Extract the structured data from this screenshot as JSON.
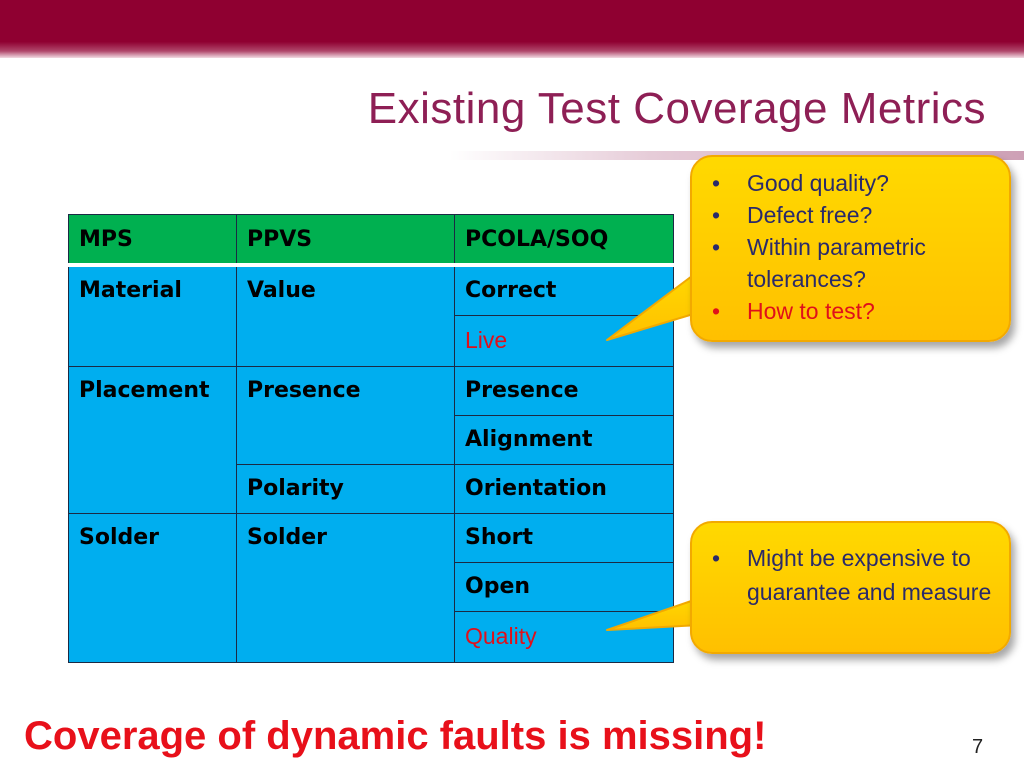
{
  "slide": {
    "title": "Existing Test Coverage Metrics",
    "footer": "Coverage of dynamic faults is missing!",
    "page_number": "7"
  },
  "table": {
    "headers": [
      "MPS",
      "PPVS",
      "PCOLA/SOQ"
    ],
    "groups": [
      {
        "mps": "Material",
        "ppvs": [
          {
            "label": "Value",
            "soq": [
              "Correct",
              "Live"
            ]
          }
        ]
      },
      {
        "mps": "Placement",
        "ppvs": [
          {
            "label": "Presence",
            "soq": [
              "Presence",
              "Alignment"
            ]
          },
          {
            "label": "Polarity",
            "soq": [
              "Orientation"
            ]
          }
        ]
      },
      {
        "mps": "Solder",
        "ppvs": [
          {
            "label": "Solder",
            "soq": [
              "Short",
              "Open",
              "Quality"
            ]
          }
        ]
      }
    ],
    "highlighted_cells": [
      "Live",
      "Quality"
    ]
  },
  "callouts": [
    {
      "items": [
        "Good quality?",
        "Defect free?",
        "Within parametric tolerances?",
        "How to test?"
      ],
      "red_item": "How to test?"
    },
    {
      "items": [
        "Might be expensive to guarantee and measure"
      ]
    }
  ],
  "colors": {
    "top_bar": "#8f0031",
    "title": "#8e1f55",
    "table_header": "#00b050",
    "table_body": "#00aeef",
    "callout": "#ffc000",
    "emphasis_red": "#e0101a"
  }
}
